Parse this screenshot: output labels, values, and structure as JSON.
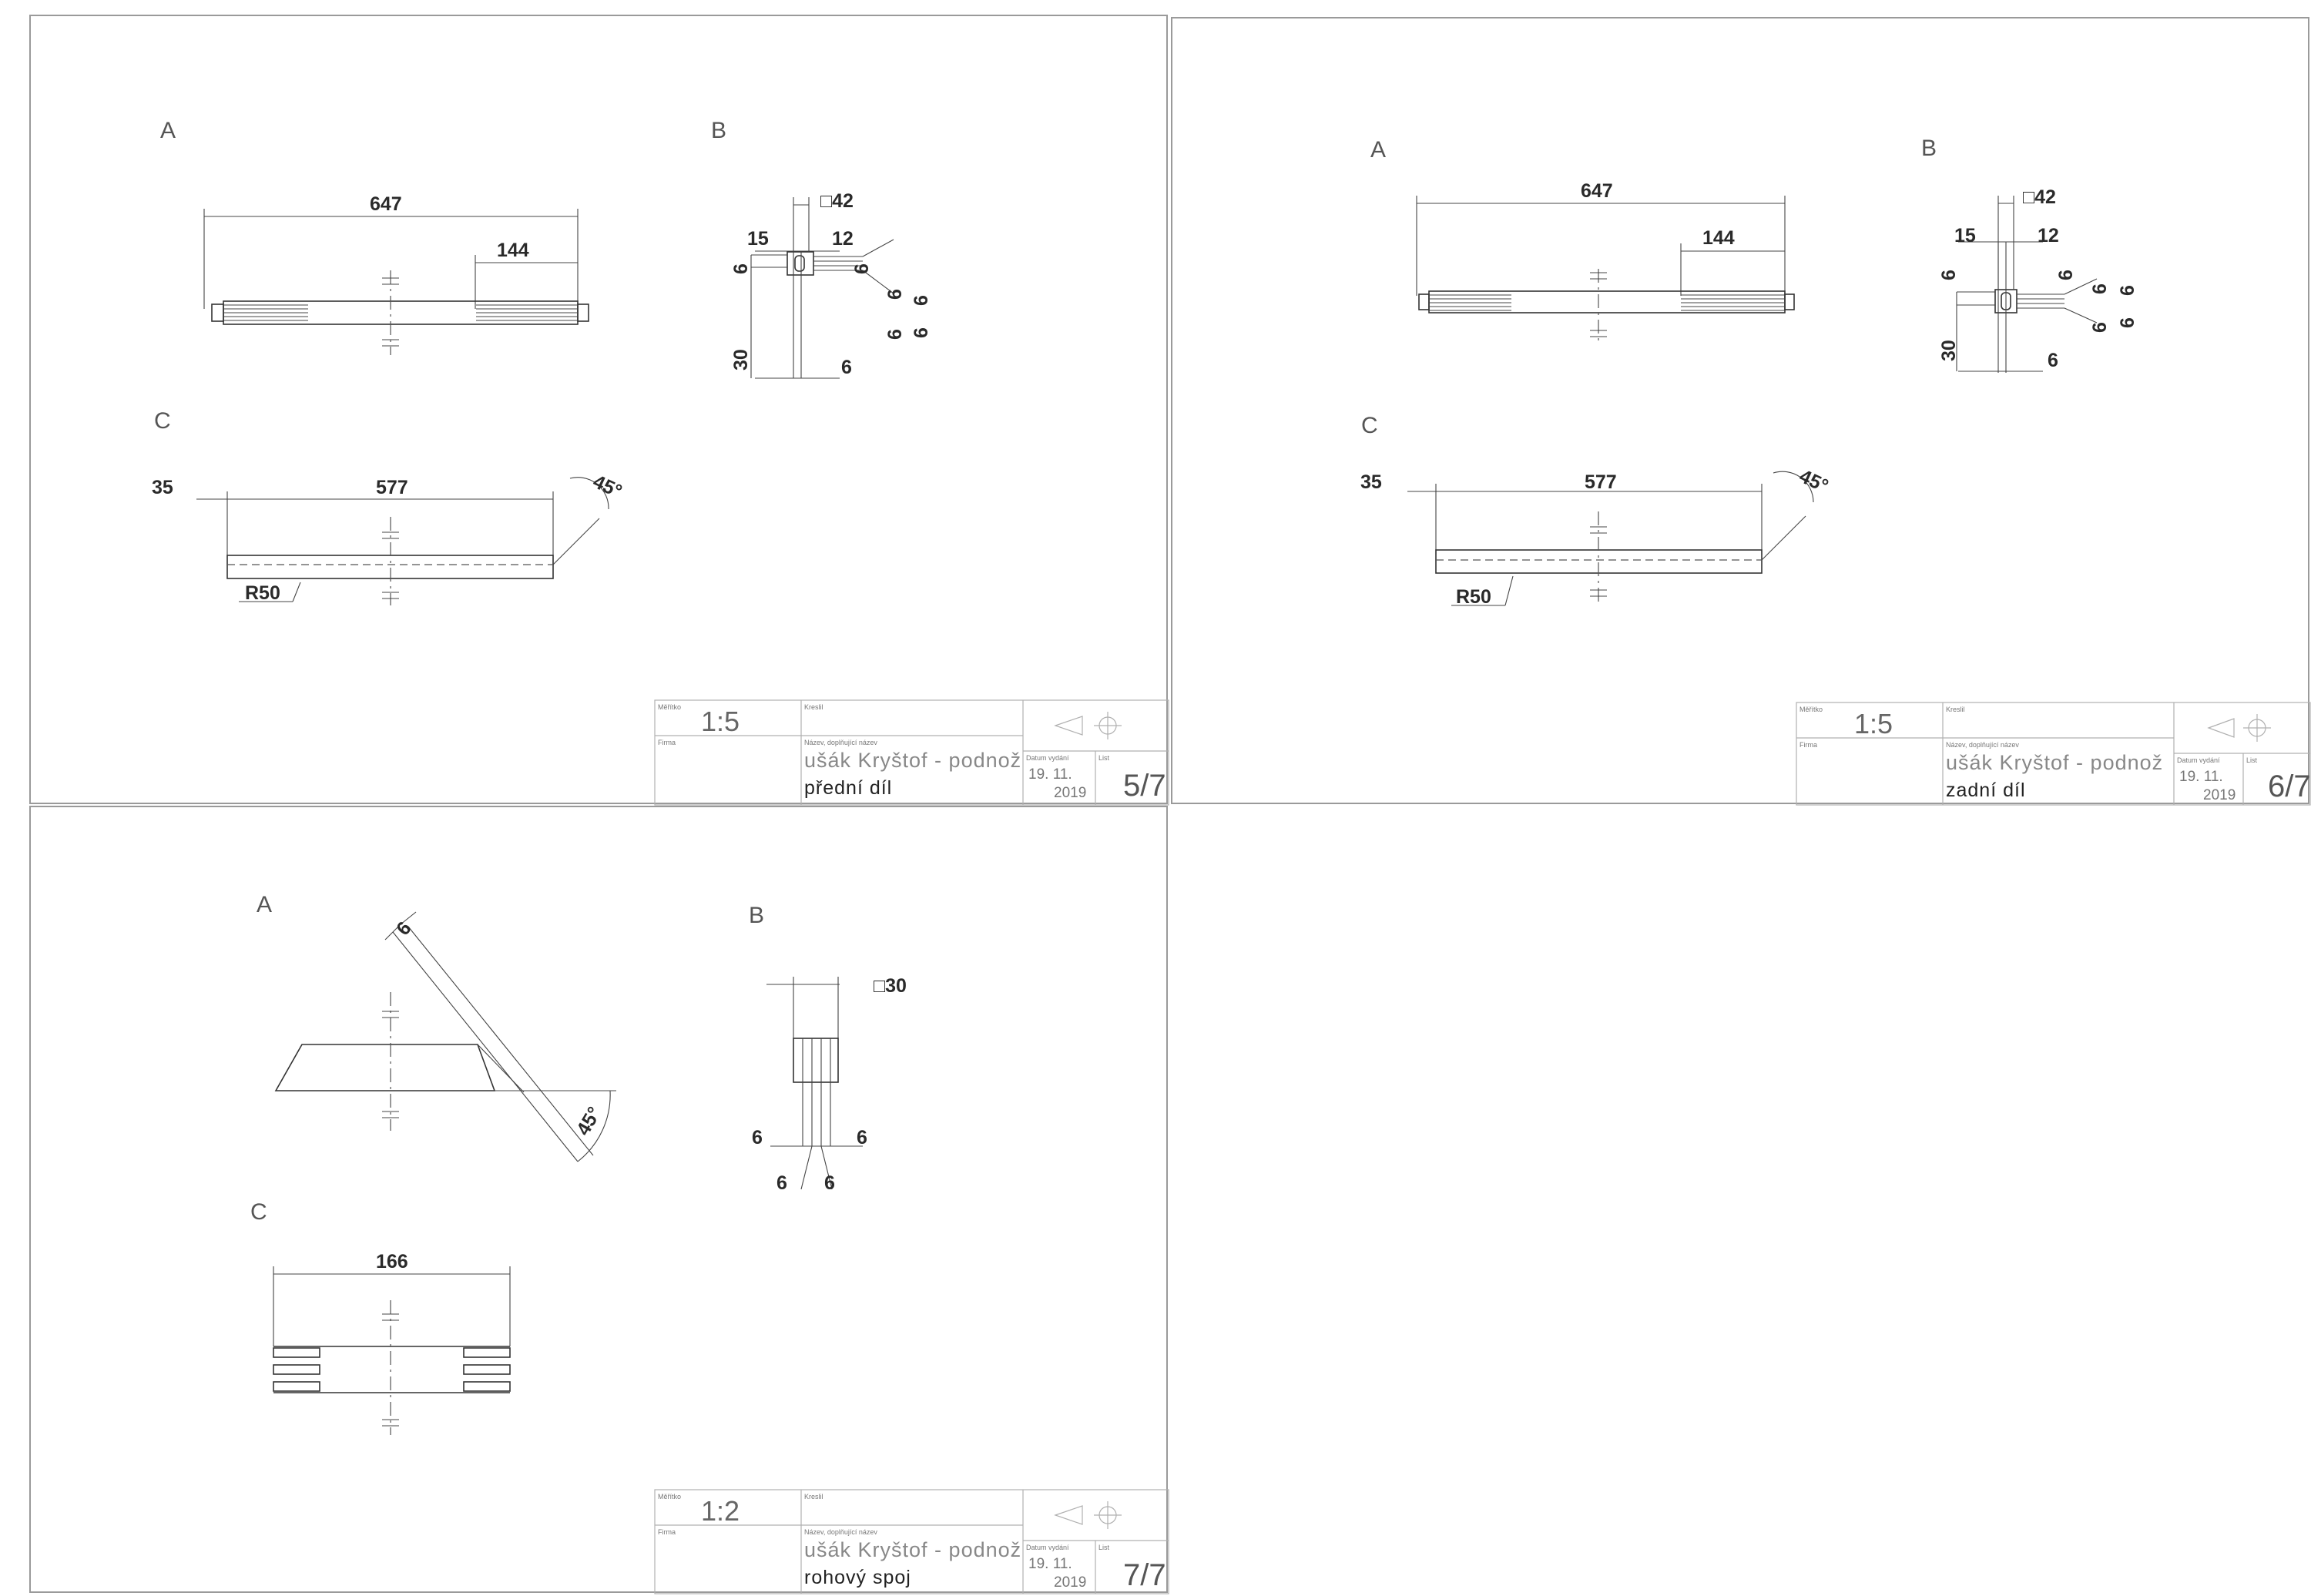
{
  "sheets": [
    {
      "views": {
        "a": "A",
        "b": "B",
        "c": "C"
      },
      "dims": {
        "a_total": "647",
        "a_grip": "144",
        "b_square": "□42",
        "b_15": "15",
        "b_12": "12",
        "b_6a": "6",
        "b_6b": "6",
        "b_6c": "6",
        "b_6d": "6",
        "b_6e": "6",
        "b_6f": "6",
        "b_30": "30",
        "b_6g": "6",
        "c_35": "35",
        "c_577": "577",
        "c_angle": "45°",
        "c_radius": "R50"
      },
      "title_block": {
        "scale_label": "Měřítko",
        "scale": "1:5",
        "drawn_label": "Kreslil",
        "firm_label": "Firma",
        "name_label": "Název, doplňující název",
        "title": "ušák Kryštof - podnož",
        "part": "přední díl",
        "date_label": "Datum vydání",
        "date_line1": "19. 11.",
        "date_line2": "2019",
        "sheet_label": "List",
        "sheet": "5/7"
      }
    },
    {
      "views": {
        "a": "A",
        "b": "B",
        "c": "C"
      },
      "dims": {
        "a_total": "647",
        "a_grip": "144",
        "b_square": "□42",
        "b_15": "15",
        "b_12": "12",
        "b_6a": "6",
        "b_6b": "6",
        "b_6c": "6",
        "b_6d": "6",
        "b_6e": "6",
        "b_6f": "6",
        "b_30": "30",
        "b_6g": "6",
        "c_35": "35",
        "c_577": "577",
        "c_angle": "45°",
        "c_radius": "R50"
      },
      "title_block": {
        "scale_label": "Měřítko",
        "scale": "1:5",
        "drawn_label": "Kreslil",
        "firm_label": "Firma",
        "name_label": "Název, doplňující název",
        "title": "ušák Kryštof - podnož",
        "part": "zadní díl",
        "date_label": "Datum vydání",
        "date_line1": "19. 11.",
        "date_line2": "2019",
        "sheet_label": "List",
        "sheet": "6/7"
      }
    },
    {
      "views": {
        "a": "A",
        "b": "B",
        "c": "C"
      },
      "dims": {
        "a_6": "6",
        "a_angle": "45°",
        "b_square": "□30",
        "b_6l": "6",
        "b_6r": "6",
        "b_6bl": "6",
        "b_6br": "6",
        "c_166": "166"
      },
      "title_block": {
        "scale_label": "Měřítko",
        "scale": "1:2",
        "drawn_label": "Kreslil",
        "firm_label": "Firma",
        "name_label": "Název, doplňující název",
        "title": "ušák Kryštof - podnož",
        "part": "rohový spoj",
        "date_label": "Datum vydání",
        "date_line1": "19. 11.",
        "date_line2": "2019",
        "sheet_label": "List",
        "sheet": "7/7"
      }
    }
  ]
}
